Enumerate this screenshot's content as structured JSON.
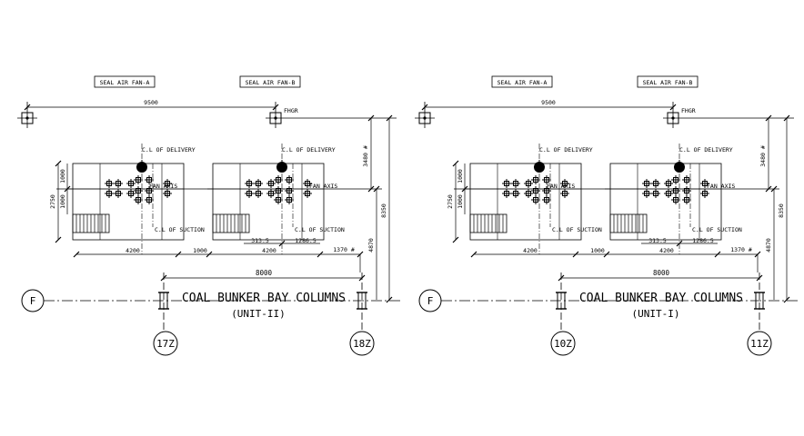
{
  "drawings": [
    {
      "seal_air_fan_a": "SEAL AIR FAN-A",
      "seal_air_fan_b": "SEAL AIR FAN-B",
      "dim_top": "9500",
      "fhgr": "FHGR",
      "cl_delivery_1": "C.L OF DELIVERY",
      "cl_delivery_2": "C.L OF DELIVERY",
      "fan_axis_1": "FAN AXIS",
      "fan_axis_2": "FAN AXIS",
      "cl_suction_1": "C.L OF SUCTION",
      "cl_suction_2": "C.L OF SUCTION",
      "dim_3480": "3480 #",
      "dim_8350": "8350",
      "dim_4870": "4870",
      "dim_2750": "2750",
      "dim_1000_a": "1000",
      "dim_1000_b": "1000",
      "dim_4200_a": "4200",
      "dim_1000_c": "1000",
      "dim_4200_b": "4200",
      "dim_313": "313.5",
      "dim_1286": "1286.5",
      "dim_1370": "1370 #",
      "dim_8000": "8000",
      "grid_f": "F",
      "title": "COAL BUNKER BAY COLUMNS",
      "unit": "(UNIT-II)",
      "col_left": "17Z",
      "col_right": "18Z"
    },
    {
      "seal_air_fan_a": "SEAL AIR FAN-A",
      "seal_air_fan_b": "SEAL AIR FAN-B",
      "dim_top": "9500",
      "fhgr": "FHGR",
      "cl_delivery_1": "C.L OF DELIVERY",
      "cl_delivery_2": "C.L OF DELIVERY",
      "fan_axis_1": "FAN AXIS",
      "fan_axis_2": "FAN AXIS",
      "cl_suction_1": "C.L OF SUCTION",
      "cl_suction_2": "C.L OF SUCTION",
      "dim_3480": "3480 #",
      "dim_8350": "8350",
      "dim_4870": "4870",
      "dim_2750": "2750",
      "dim_1000_a": "1000",
      "dim_1000_b": "1000",
      "dim_4200_a": "4200",
      "dim_1000_c": "1000",
      "dim_4200_b": "4200",
      "dim_313": "313.5",
      "dim_1286": "1286.5",
      "dim_1370": "1370 #",
      "dim_8000": "8000",
      "grid_f": "F",
      "title": "COAL BUNKER BAY COLUMNS",
      "unit": "(UNIT-I)",
      "col_left": "10Z",
      "col_right": "11Z"
    }
  ]
}
